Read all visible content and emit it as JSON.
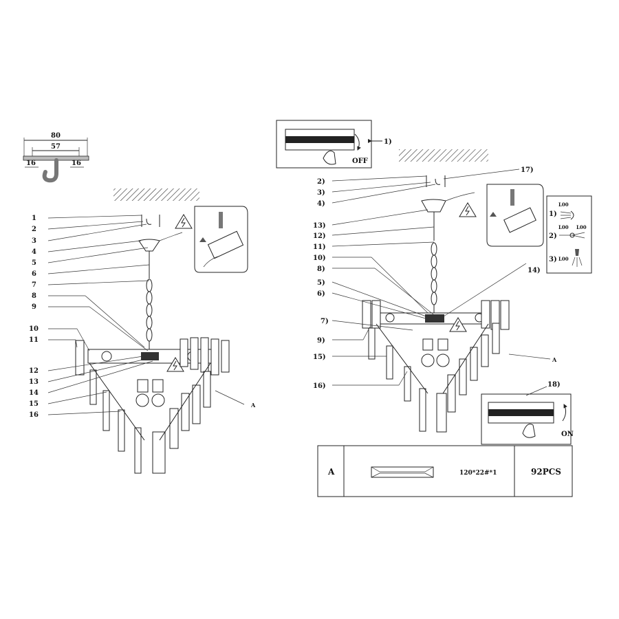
{
  "bracket": {
    "overall_width": "80",
    "inner_width": "57",
    "left_flange": "16",
    "right_flange": "16"
  },
  "left_labels": [
    "1",
    "2",
    "3",
    "4",
    "5",
    "6",
    "7",
    "8",
    "9",
    "10",
    "11",
    "12",
    "13",
    "14",
    "15",
    "16"
  ],
  "left_part_A": "A",
  "right_labels_left": [
    "2)",
    "3)",
    "4)",
    "13)",
    "12)",
    "11)",
    "10)",
    "8)",
    "5)",
    "6)",
    "7)",
    "9)",
    "15)",
    "16)"
  ],
  "right_label_17": "17)",
  "right_label_14": "14)",
  "right_label_18": "18)",
  "right_part_A": "A",
  "step1_label": "1)",
  "switch_off": "OFF",
  "switch_on": "ON",
  "wiring_steps": [
    {
      "num": "1)",
      "code": "L00"
    },
    {
      "num": "2)",
      "code": "L00",
      "code2": "L00"
    },
    {
      "num": "3)",
      "code": "L00"
    }
  ],
  "parts_table": {
    "id": "A",
    "size": "120*22#*1",
    "qty": "92PCS"
  },
  "icons": [
    "hook-icon",
    "high-voltage-warning-icon",
    "wire-connector-icon",
    "terminal-block-icon",
    "hand-pointer-icon",
    "rotate-arrow-icon",
    "bulb-icon",
    "crystal-prism-icon"
  ]
}
